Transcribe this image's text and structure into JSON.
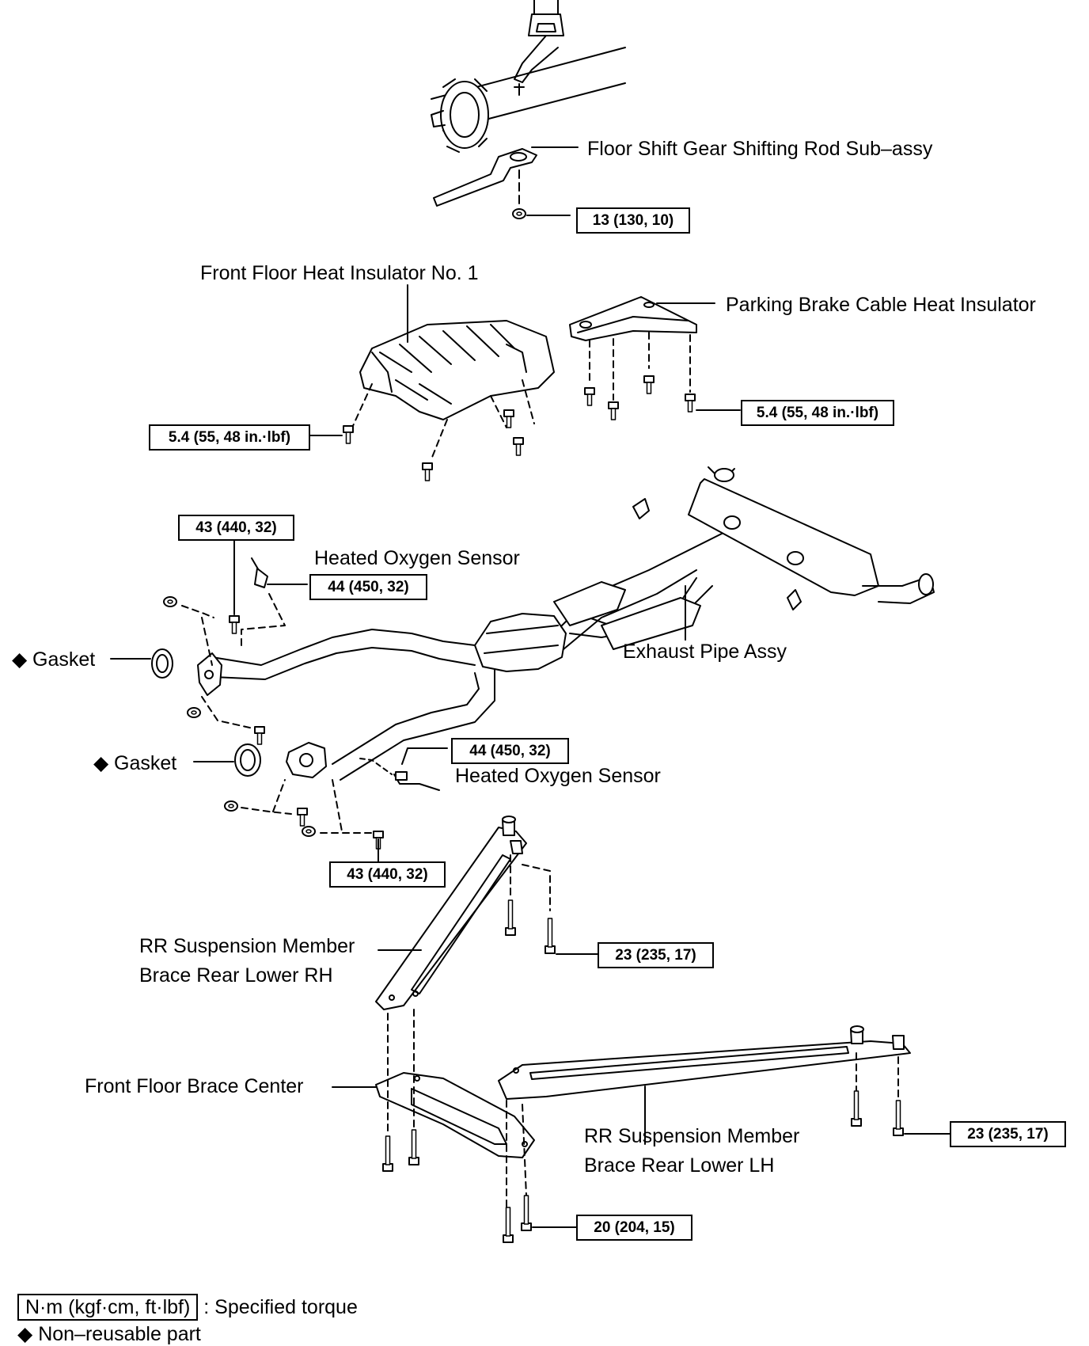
{
  "labels": {
    "shift_rod": "Floor Shift Gear Shifting Rod Sub–assy",
    "front_insulator": "Front Floor Heat Insulator No. 1",
    "parking_insulator": "Parking Brake Cable Heat Insulator",
    "oxygen_sensor_1": "Heated Oxygen Sensor",
    "oxygen_sensor_2": "Heated Oxygen Sensor",
    "exhaust_pipe": "Exhaust Pipe Assy",
    "gasket_1": "Gasket",
    "gasket_2": "Gasket",
    "rr_brace_rh_line1": "RR Suspension Member",
    "rr_brace_rh_line2": "Brace Rear Lower RH",
    "front_brace": "Front Floor Brace Center",
    "rr_brace_lh_line1": "RR Suspension Member",
    "rr_brace_lh_line2": "Brace Rear Lower LH"
  },
  "torque": {
    "shift_rod_nut": "13 (130, 10)",
    "insulator_left": "5.4 (55, 48 in.·lbf)",
    "insulator_right": "5.4 (55, 48 in.·lbf)",
    "flange_upper": "43 (440, 32)",
    "sensor_upper": "44 (450, 32)",
    "sensor_lower": "44 (450, 32)",
    "flange_lower": "43 (440, 32)",
    "rh_brace_bolt": "23 (235, 17)",
    "lh_brace_bolt": "23 (235, 17)",
    "center_brace_bolt": "20 (204, 15)"
  },
  "legend": {
    "torque_unit": "N·m (kgf·cm, ft·lbf)",
    "torque_desc": ": Specified torque",
    "non_reusable_symbol": "◆",
    "non_reusable_desc": "Non–reusable part"
  }
}
